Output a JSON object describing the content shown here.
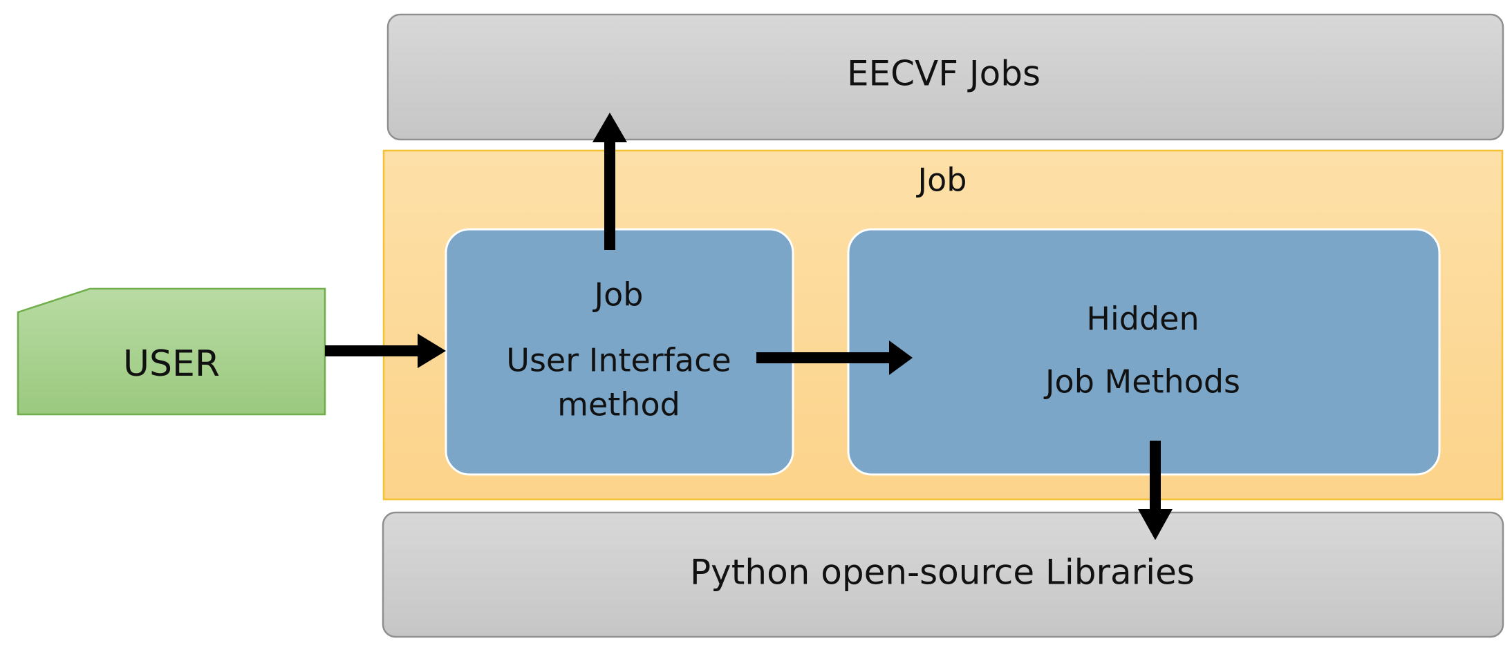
{
  "diagram": {
    "top_box": {
      "label": "EECVF Jobs"
    },
    "job_container": {
      "label": "Job"
    },
    "user_interface_box": {
      "line1": "Job",
      "line2": "User Interface",
      "line3": "method"
    },
    "hidden_box": {
      "line1": "Hidden",
      "line2": "Job Methods"
    },
    "bottom_box": {
      "label": "Python open-source Libraries"
    },
    "user_node": {
      "label": "USER"
    }
  },
  "colors": {
    "gray_box_fill": "#d4d4d4",
    "gray_box_stroke": "#8f8f8f",
    "job_container_fill": "#fdd99a",
    "job_container_stroke": "#f2c233",
    "blue_box_fill": "#7ba6c8",
    "blue_box_stroke": "#ffffff",
    "user_fill": "#a9d18e",
    "user_stroke": "#6fae4a",
    "arrow": "#000000",
    "text": "#111111"
  }
}
